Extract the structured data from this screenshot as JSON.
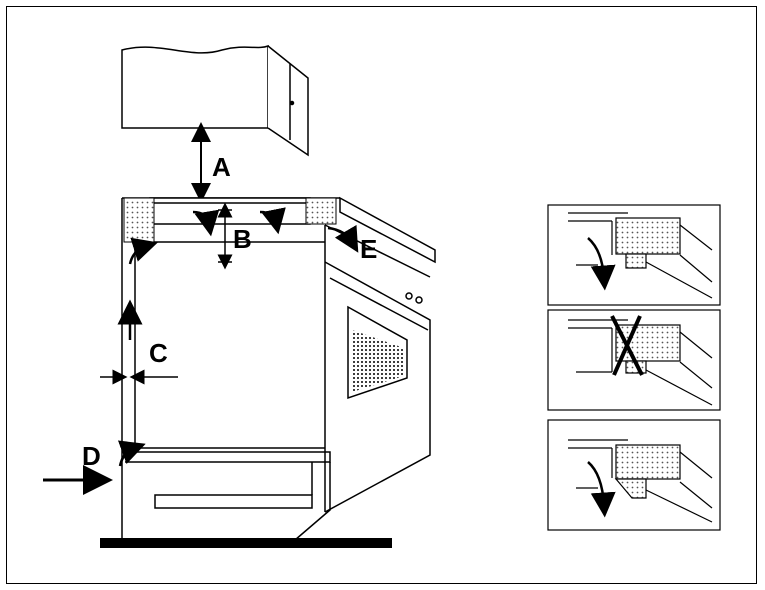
{
  "labels": {
    "a": "A",
    "b": "B",
    "c": "C",
    "d": "D",
    "e": "E"
  },
  "colors": {
    "line": "#000000",
    "background": "#ffffff",
    "vent": "#8a8a8a"
  },
  "panels": [
    {
      "id": "panel-1",
      "status": "correct"
    },
    {
      "id": "panel-2",
      "status": "incorrect"
    },
    {
      "id": "panel-3",
      "status": "correct"
    }
  ]
}
